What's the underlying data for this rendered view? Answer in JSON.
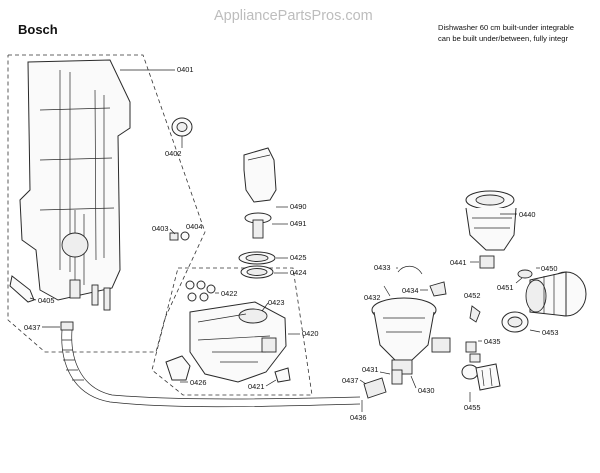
{
  "brand": "Bosch",
  "watermark": "AppliancePartsPros.com",
  "description": [
    "Dishwasher 60 cm built-under integrable",
    "can be built under/between, fully integr"
  ],
  "parts": {
    "p0401": "0401",
    "p0402": "0402",
    "p0403": "0403",
    "p0404": "0404",
    "p0405": "0405",
    "p0437a": "0437",
    "p0490": "0490",
    "p0491": "0491",
    "p0425": "0425",
    "p0424": "0424",
    "p0422": "0422",
    "p0423": "0423",
    "p0420": "0420",
    "p0426": "0426",
    "p0421": "0421",
    "p0436": "0436",
    "p0437b": "0437",
    "p0431": "0431",
    "p0430": "0430",
    "p0433": "0433",
    "p0432": "0432",
    "p0434": "0434",
    "p0452": "0452",
    "p0451": "0451",
    "p0435": "0435",
    "p0455": "0455",
    "p0440": "0440",
    "p0441": "0441",
    "p0450": "0450",
    "p0453": "0453"
  }
}
